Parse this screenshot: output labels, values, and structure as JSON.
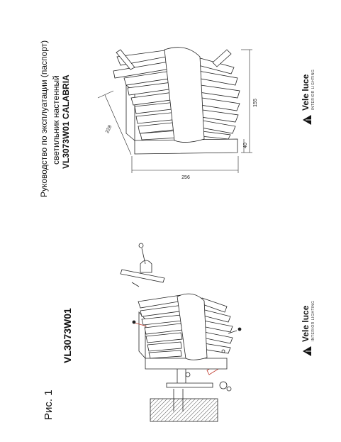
{
  "figure_label": "Рис. 1",
  "left_panel": {
    "model_code": "VL3073W01"
  },
  "right_panel": {
    "title": "Руководство по эксплуатации (паспорт)",
    "subtitle": "светильник настенный",
    "model_full": "VL3073W01 CALABRIA"
  },
  "brand": {
    "name": "Vele luce",
    "tagline": "INTERIOR LIGHTING"
  },
  "dimensions": {
    "height": "155",
    "depth": "228",
    "width": "256",
    "base_height": "40"
  },
  "colors": {
    "line": "#222222",
    "wire_red": "#c0392b",
    "wall_hatch": "#555555"
  }
}
